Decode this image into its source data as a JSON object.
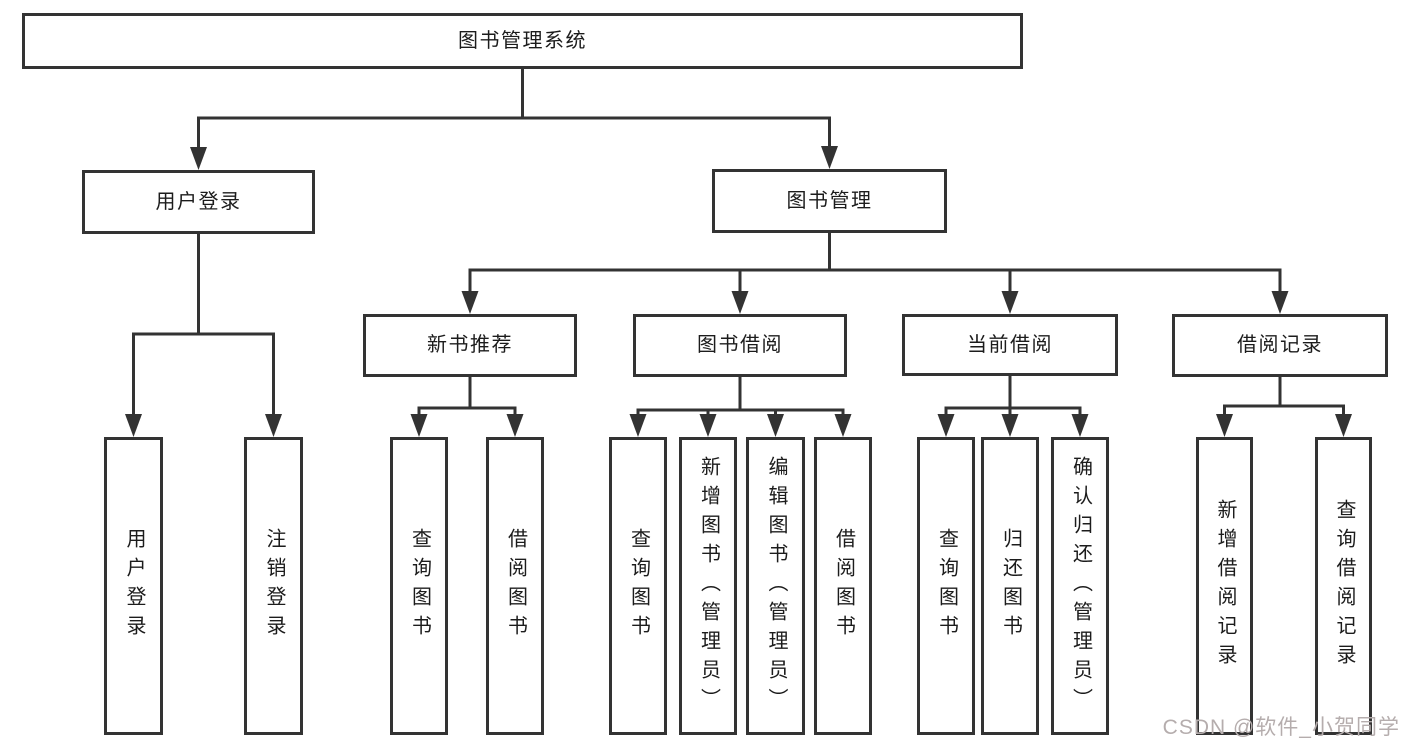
{
  "colors": {
    "line": "#333333",
    "border": "#333333",
    "text": "#1c1c1c",
    "background": "#ffffff",
    "watermark": "#b5adad"
  },
  "watermark": {
    "text": "CSDN @软件_小贺同学"
  },
  "tree": {
    "root": {
      "label": "图书管理系统"
    },
    "branches": [
      {
        "label": "用户登录",
        "children": [
          {
            "label": "用户登录"
          },
          {
            "label": "注销登录"
          }
        ]
      },
      {
        "label": "图书管理",
        "groups": [
          {
            "label": "新书推荐",
            "children": [
              {
                "label": "查询图书"
              },
              {
                "label": "借阅图书"
              }
            ]
          },
          {
            "label": "图书借阅",
            "children": [
              {
                "label": "查询图书"
              },
              {
                "label": "新增图书（管理员）"
              },
              {
                "label": "编辑图书（管理员）"
              },
              {
                "label": "借阅图书"
              }
            ]
          },
          {
            "label": "当前借阅",
            "children": [
              {
                "label": "查询图书"
              },
              {
                "label": "归还图书"
              },
              {
                "label": "确认归还（管理员）"
              }
            ]
          },
          {
            "label": "借阅记录",
            "children": [
              {
                "label": "新增借阅记录"
              },
              {
                "label": "查询借阅记录"
              }
            ]
          }
        ]
      }
    ]
  }
}
